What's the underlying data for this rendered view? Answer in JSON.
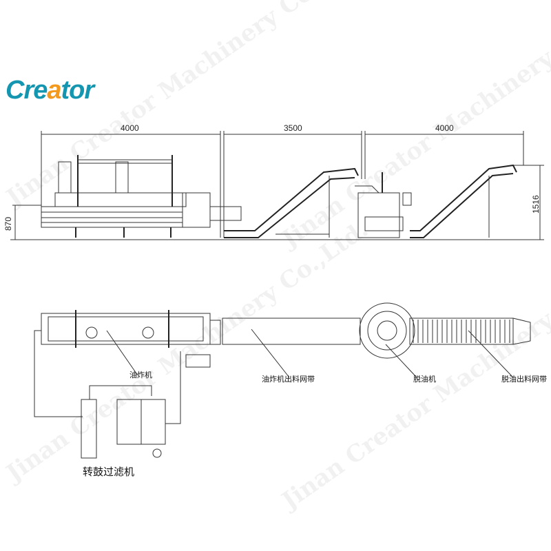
{
  "logo": {
    "text": "Creator"
  },
  "watermark": "Jinan Creator Machinery Co.,Ltd.",
  "dimensions": {
    "fryer_length": "4000",
    "conveyor_length": "3500",
    "dewater_length": "4000",
    "fryer_height": "870",
    "outlet_height": "1516"
  },
  "labels": {
    "fryer": "油炸机",
    "fryer_outlet_belt": "油炸机出料网带",
    "deoiler": "脱油机",
    "deoiler_outlet_belt": "脱油出料网带",
    "drum_filter": "转鼓过滤机"
  }
}
